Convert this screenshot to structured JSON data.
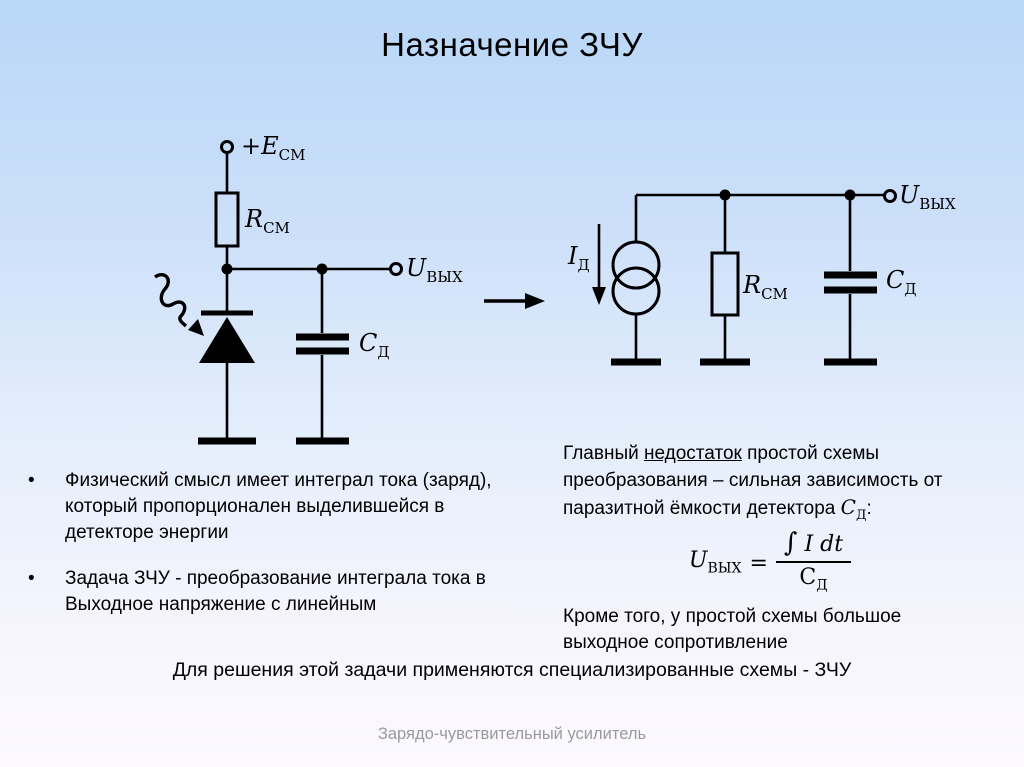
{
  "title": "Назначение ЗЧУ",
  "left_circuit": {
    "supply_label": {
      "plus": "+",
      "symbol": "E",
      "sub": "СМ"
    },
    "resistor_label": {
      "symbol": "R",
      "sub": "СМ"
    },
    "output_label": {
      "symbol": "U",
      "sub": "ВЫХ"
    },
    "capacitor_label": {
      "symbol": "C",
      "sub": "Д"
    }
  },
  "right_circuit": {
    "current_label": {
      "symbol": "I",
      "sub": "Д"
    },
    "resistor_label": {
      "symbol": "R",
      "sub": "СМ"
    },
    "capacitor_label": {
      "symbol": "C",
      "sub": "Д"
    },
    "output_label": {
      "symbol": "U",
      "sub": "ВЫХ"
    }
  },
  "bullets": {
    "marker": "•",
    "items": [
      "Физический смысл имеет интеграл тока (заряд), который пропорционален выделившейся в детекторе энергии",
      "Задача ЗЧУ - преобразование интеграла тока в Выходное напряжение с линейным"
    ]
  },
  "drawback": {
    "part1": "Главный ",
    "underlined": "недостаток",
    "part2": " простой схемы преобразования – сильная зависимость от паразитной ёмкости детектора ",
    "cap_symbol": "C",
    "cap_sub": "Д",
    "part3": ":"
  },
  "formula": {
    "lhs_symbol": "U",
    "lhs_sub": "ВЫХ",
    "equals": "=",
    "integral": "∫",
    "numerator": "I dt",
    "den_symbol": "С",
    "den_sub": "Д"
  },
  "note": "Кроме того, у простой схемы большое выходное сопротивление",
  "conclusion": "Для решения этой задачи применяются специализированные схемы - ЗЧУ",
  "footer": "Зарядо-чувствительный усилитель",
  "colors": {
    "bg_top": "#b9d7f8",
    "bg_bottom": "#fcfaff",
    "ink": "#000000",
    "footer_text": "#9a9a9a"
  }
}
